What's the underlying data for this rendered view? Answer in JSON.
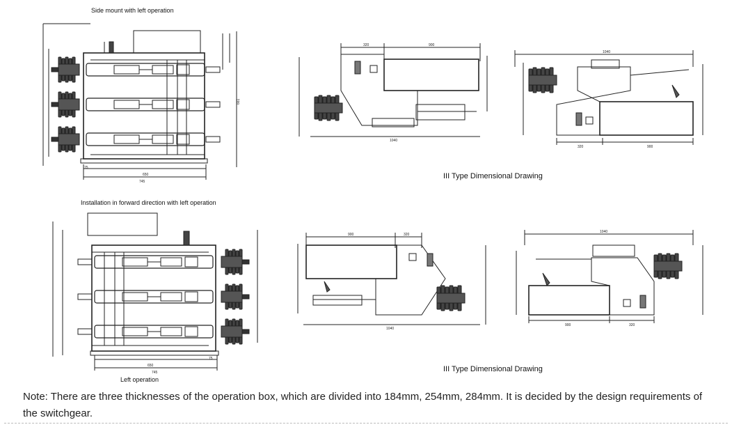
{
  "captions": {
    "side_mount": "Side mount with left operation",
    "forward_install": "Installation in forward direction with left operation",
    "left_operation": "Left operation",
    "type_drawing_top": "III Type Dimensional Drawing",
    "type_drawing_bottom": "III Type Dimensional Drawing"
  },
  "dimensions": {
    "top_front_width": "745",
    "top_front_inner": "650",
    "top_front_left": "75",
    "top_front_height": "661",
    "top_side_a_top1": "320",
    "top_side_a_top2": "900",
    "top_side_a_bottom": "1040",
    "top_side_b_top": "1040",
    "top_side_b_bottom1": "320",
    "top_side_b_bottom2": "900",
    "bot_front_width": "745",
    "bot_front_inner": "650",
    "bot_front_right": "75",
    "bot_side_a_top1": "900",
    "bot_side_a_top2": "320",
    "bot_side_a_bottom": "1040",
    "bot_side_b_top": "1040",
    "bot_side_b_bottom1": "900",
    "bot_side_b_bottom2": "320"
  },
  "note": "Note: There are three thicknesses of the operation box, which are divided into 184mm, 254mm, 284mm. It is decided by the design requirements of the switchgear."
}
